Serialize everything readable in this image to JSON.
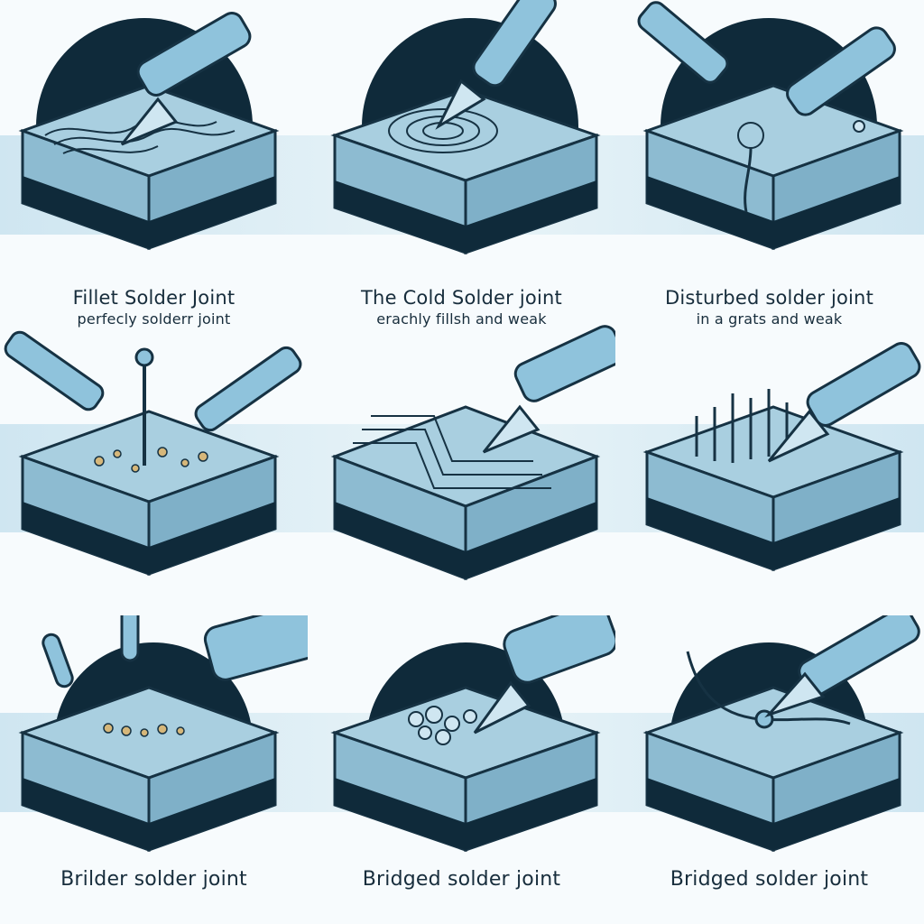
{
  "colors": {
    "dark_block": "#0f2a3a",
    "block_top": "#a9cfe0",
    "block_side": "#8dbbd1",
    "tool": "#8fc3dc",
    "band": "#cfe6f1"
  },
  "panels": [
    {
      "title": "Fillet Solder Joint",
      "subtitle": "perfecly solderr joint"
    },
    {
      "title": "The Cold Solder joint",
      "subtitle": "erachly fillsh and weak"
    },
    {
      "title": "Disturbed solder joint",
      "subtitle": "in a grats and weak"
    },
    {
      "title": "",
      "subtitle": ""
    },
    {
      "title": "",
      "subtitle": ""
    },
    {
      "title": "",
      "subtitle": ""
    },
    {
      "title": "Brilder solder joint",
      "subtitle": ""
    },
    {
      "title": "Bridged solder joint",
      "subtitle": ""
    },
    {
      "title": "Bridged solder joint",
      "subtitle": ""
    }
  ]
}
